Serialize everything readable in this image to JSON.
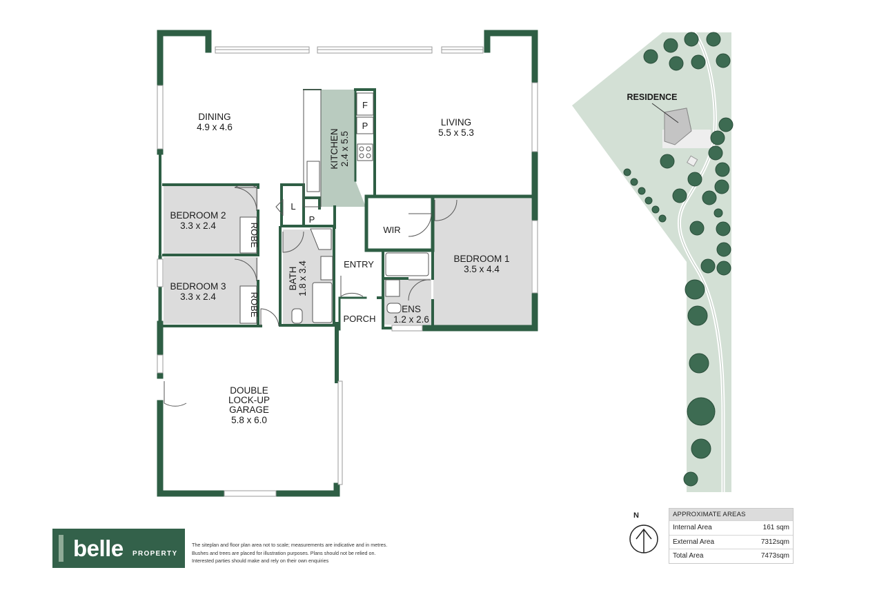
{
  "rooms": {
    "dining": {
      "name": "DINING",
      "dim": "4.9 x 4.6"
    },
    "living": {
      "name": "LIVING",
      "dim": "5.5 x 5.3"
    },
    "kitchen": {
      "name": "KITCHEN",
      "dim": "2.4 x 5.5"
    },
    "bedroom1": {
      "name": "BEDROOM 1",
      "dim": "3.5 x 4.4"
    },
    "bedroom2": {
      "name": "BEDROOM 2",
      "dim": "3.3 x 2.4"
    },
    "bedroom3": {
      "name": "BEDROOM 3",
      "dim": "3.3 x 2.4"
    },
    "bath": {
      "name": "BATH",
      "dim": "1.8 x 3.4"
    },
    "ens": {
      "name": "ENS",
      "dim": "1.2 x 2.6"
    },
    "garage": {
      "line1": "DOUBLE",
      "line2": "LOCK-UP",
      "line3": "GARAGE",
      "dim": "5.8 x 6.0"
    },
    "wir": "WIR",
    "entry": "ENTRY",
    "porch": "PORCH",
    "robe": "ROBE",
    "laundry": "L",
    "pantry": "P",
    "fridge": "F"
  },
  "site": {
    "residence_label": "RESIDENCE"
  },
  "north_label": "N",
  "areas": {
    "title": "APPROXIMATE AREAS",
    "rows": [
      {
        "label": "Internal Area",
        "value": "161 sqm"
      },
      {
        "label": "External Area",
        "value": "7312sqm"
      },
      {
        "label": "Total Area",
        "value": "7473sqm"
      }
    ]
  },
  "brand": {
    "word": "belle",
    "sub": "PROPERTY"
  },
  "disclaimer": [
    "The siteplan and floor plan area not to scale; measurements are indicative and in metres.",
    "Bushes and trees are placed for illustration purposes. Plans should not be relied on.",
    "Interested parties should make and rely on their own enquiries"
  ],
  "colors": {
    "wall": "#2e5e44",
    "site_green": "#d3e0d5",
    "tree": "#3d6b52",
    "room_grey": "#dcdcdc",
    "kitchen": "#b9cbbf"
  }
}
